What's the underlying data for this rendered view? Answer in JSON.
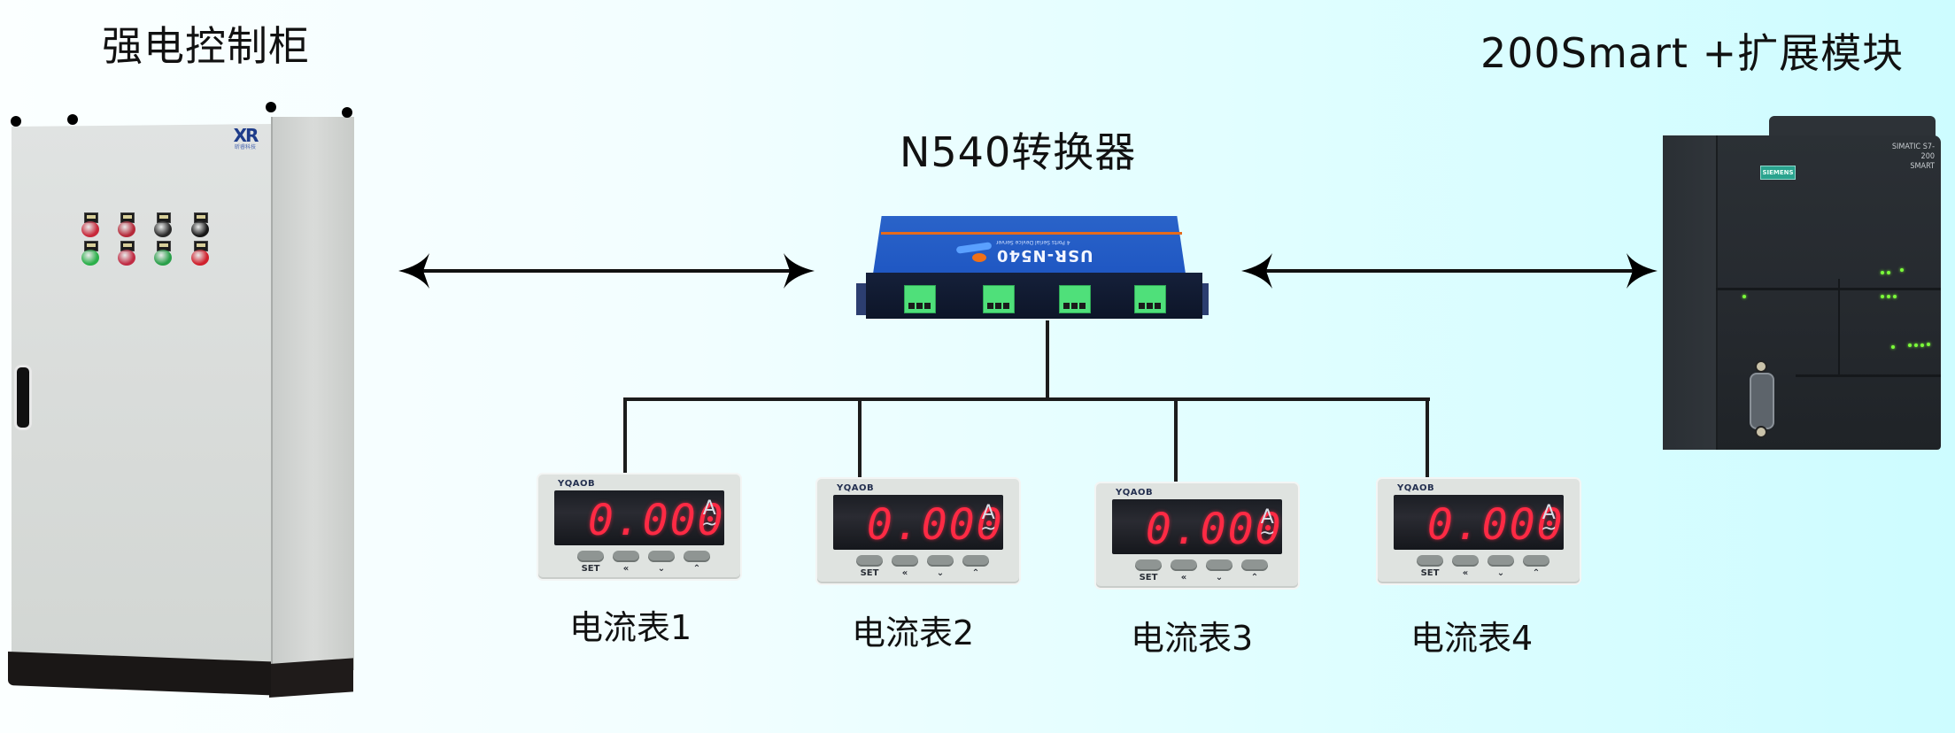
{
  "titles": {
    "cabinet": "强电控制柜",
    "converter": "N540转换器",
    "plc": "200Smart +扩展模块"
  },
  "cabinet": {
    "logo_text": "XR",
    "logo_subtext": "昕睿科技",
    "button_colors": [
      "#c8283a",
      "#b52a3a",
      "#2a2a2a",
      "#161616",
      "#2bb04a",
      "#c02c44",
      "#2aa04a",
      "#d0202c"
    ]
  },
  "converter": {
    "brand_text": "USR-N540",
    "sub_text": "4 Ports Serial Device Server",
    "body_color": "#1e56c2",
    "stripe_color": "#e56a1c",
    "terminal_color": "#4fe07a",
    "port_count": 4
  },
  "plc": {
    "badge_text": "SIEMENS",
    "model_line1": "SIMATIC S7-200",
    "model_line2": "SMART"
  },
  "meters": [
    {
      "label": "电流表1",
      "brand": "YQAOB",
      "reading": "0.000",
      "unit": "A",
      "unit_symbol": "~",
      "keys": [
        "SET",
        "«",
        "⌄",
        "⌃"
      ]
    },
    {
      "label": "电流表2",
      "brand": "YQAOB",
      "reading": "0.000",
      "unit": "A",
      "unit_symbol": "~",
      "keys": [
        "SET",
        "«",
        "⌄",
        "⌃"
      ]
    },
    {
      "label": "电流表3",
      "brand": "YQAOB",
      "reading": "0.000",
      "unit": "A",
      "unit_symbol": "~",
      "keys": [
        "SET",
        "«",
        "⌄",
        "⌃"
      ]
    },
    {
      "label": "电流表4",
      "brand": "YQAOB",
      "reading": "0.000",
      "unit": "A",
      "unit_symbol": "~",
      "keys": [
        "SET",
        "«",
        "⌄",
        "⌃"
      ]
    }
  ],
  "connections": [
    {
      "from": "强电控制柜",
      "to": "N540转换器",
      "type": "bidirectional"
    },
    {
      "from": "N540转换器",
      "to": "200Smart +扩展模块",
      "type": "bidirectional"
    }
  ],
  "colors": {
    "background_left": "#fbffff",
    "background_right": "#cdfcff",
    "meter_digits": "#ff2a44",
    "line": "#1c1c1c"
  }
}
